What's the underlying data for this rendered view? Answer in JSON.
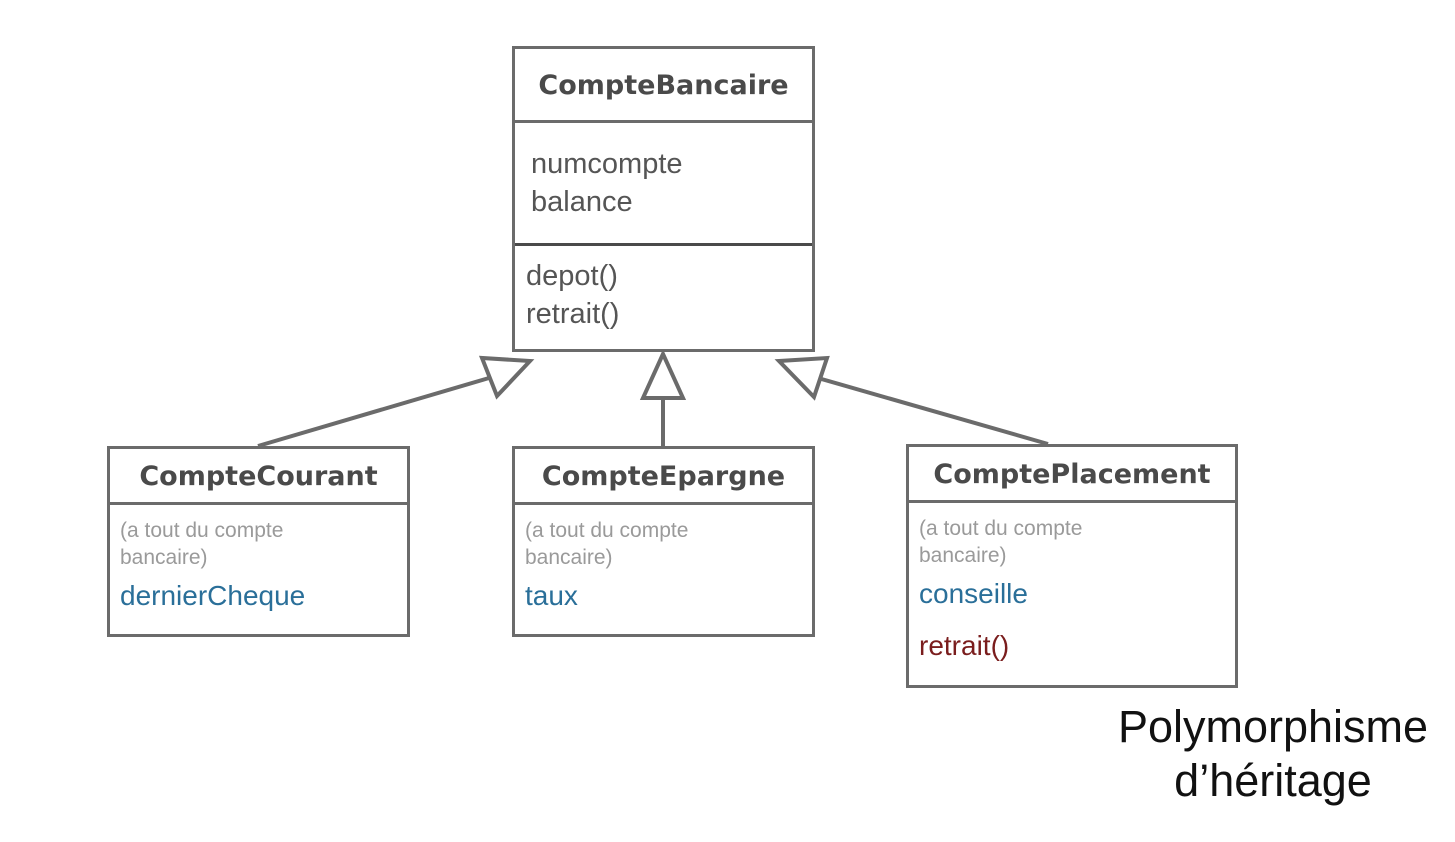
{
  "base_class": {
    "name": "CompteBancaire",
    "attributes": [
      "numcompte",
      "balance"
    ],
    "operations": [
      "depot()",
      "retrait()"
    ]
  },
  "subclasses": [
    {
      "name": "CompteCourant",
      "inherited_note": [
        "(a tout du compte",
        "bancaire)"
      ],
      "attribute": "dernierCheque"
    },
    {
      "name": "CompteEpargne",
      "inherited_note": [
        "(a tout du compte",
        "bancaire)"
      ],
      "attribute": "taux"
    },
    {
      "name": "ComptePlacement",
      "inherited_note": [
        "(a tout du compte",
        "bancaire)"
      ],
      "attribute": "conseille",
      "operation": "retrait()"
    }
  ],
  "caption": [
    "Polymorphisme",
    "d’héritage"
  ],
  "colors": {
    "border": "#6b6b6b",
    "attribute_highlight": "#2a6f99",
    "override_highlight": "#7a1d1d",
    "inherited_note": "#9a9a9a"
  }
}
